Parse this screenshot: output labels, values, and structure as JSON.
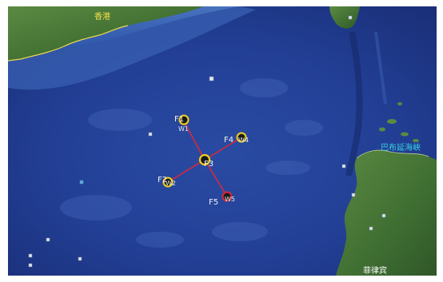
{
  "map": {
    "place_labels": {
      "hainan_area": "香港",
      "northeast_label": "巴布延海峡",
      "philippines_label": "菲律宾"
    },
    "stations": [
      {
        "id": "F1",
        "sub": "W1"
      },
      {
        "id": "F2",
        "sub": "W2"
      },
      {
        "id": "F3",
        "sub": ""
      },
      {
        "id": "F4",
        "sub": "W4"
      },
      {
        "id": "F5",
        "sub": "W5"
      }
    ],
    "colors": {
      "ocean_deep": "#1f3a8c",
      "ocean_mid": "#2c4fa6",
      "land": "#4a7a3a",
      "link_line": "#d8283a",
      "marker_ring": "#f0d020",
      "coast_label": "#f4e14a",
      "strait_label": "#39d0e0"
    }
  }
}
